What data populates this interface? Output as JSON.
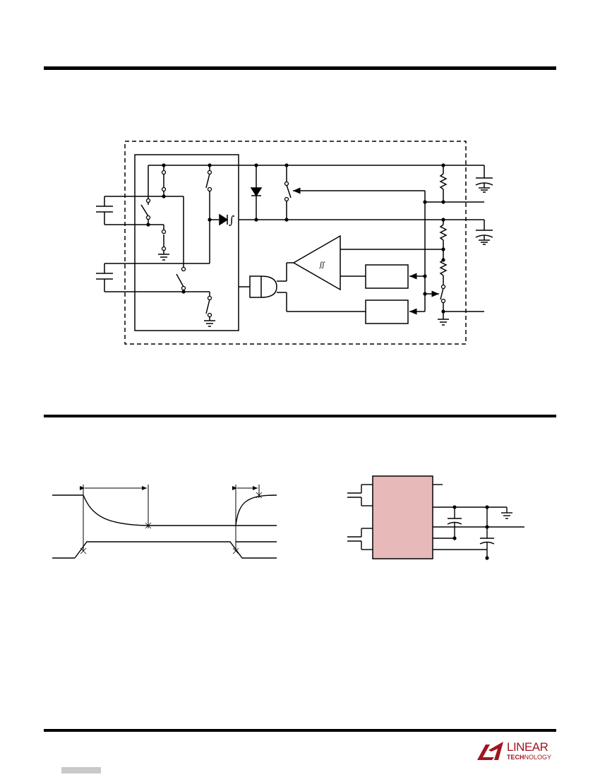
{
  "page": {
    "logo": {
      "glyph": "LT",
      "line1": "LINEAR",
      "line2_prefix": "TECH",
      "line2_suffix": "NOLOGY",
      "color": "#a0151f"
    },
    "colors": {
      "ic_fill": "#e8b9b9",
      "line": "#000000"
    },
    "diagrams": {
      "block_diagram": {
        "integrator_symbol": "∫",
        "schmitt_symbol": "∬"
      },
      "timing_diagram": {},
      "application_circuit": {}
    }
  }
}
